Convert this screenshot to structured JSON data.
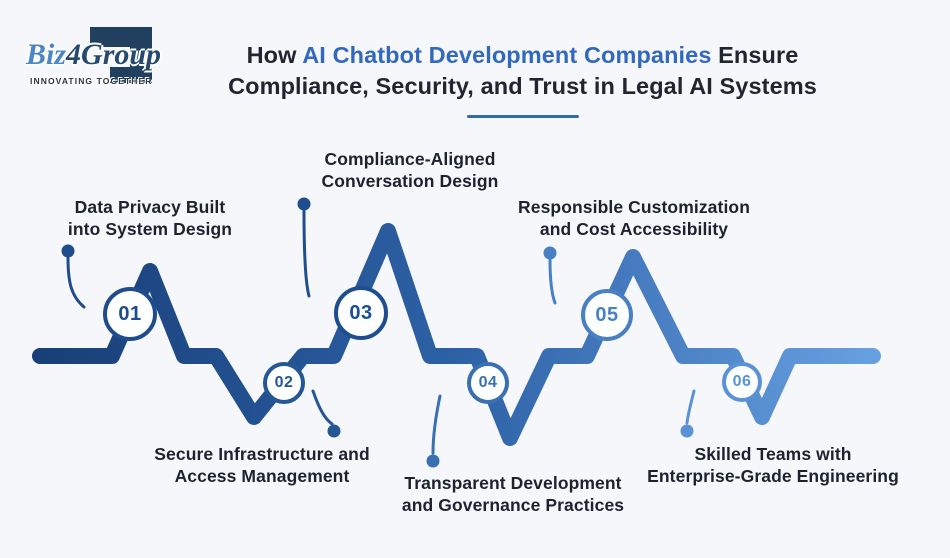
{
  "page": {
    "bg": "#f5f7fa"
  },
  "logo": {
    "brand_blue": "Biz",
    "brand_dark": "4Group",
    "tagline": "INNOVATING TOGETHER",
    "bracket_color": "#21405f",
    "blue": "#4b86c5",
    "dark": "#264a6e"
  },
  "title": {
    "pre": "How ",
    "highlight": "AI Chatbot Development Companies",
    "post": " Ensure",
    "line2": "Compliance, Security, and Trust in Legal AI Systems",
    "text_color": "#20252f",
    "highlight_color": "#3269bd",
    "divider_color": "#2e6ca8"
  },
  "diagram": {
    "line_gradient": {
      "start": "#183f78",
      "mid": "#2d61a6",
      "end": "#67a0e0"
    },
    "steps": [
      {
        "number": "01",
        "color": "#1e4c8c",
        "label_line1": "Data Privacy Built",
        "label_line2": "into System Design",
        "position": "top"
      },
      {
        "number": "02",
        "color": "#265795",
        "label_line1": "Secure Infrastructure and",
        "label_line2": "Access Management",
        "position": "bottom"
      },
      {
        "number": "03",
        "color": "#1f4e8e",
        "label_line1": "Compliance-Aligned",
        "label_line2": "Conversation Design",
        "position": "top"
      },
      {
        "number": "04",
        "color": "#3a70b2",
        "label_line1": "Transparent Development",
        "label_line2": "and Governance Practices",
        "position": "bottom"
      },
      {
        "number": "05",
        "color": "#4880c3",
        "label_line1": "Responsible Customization",
        "label_line2": "and Cost Accessibility",
        "position": "top"
      },
      {
        "number": "06",
        "color": "#5b92d6",
        "label_line1": "Skilled Teams with",
        "label_line2": "Enterprise-Grade Engineering",
        "position": "bottom"
      }
    ]
  }
}
